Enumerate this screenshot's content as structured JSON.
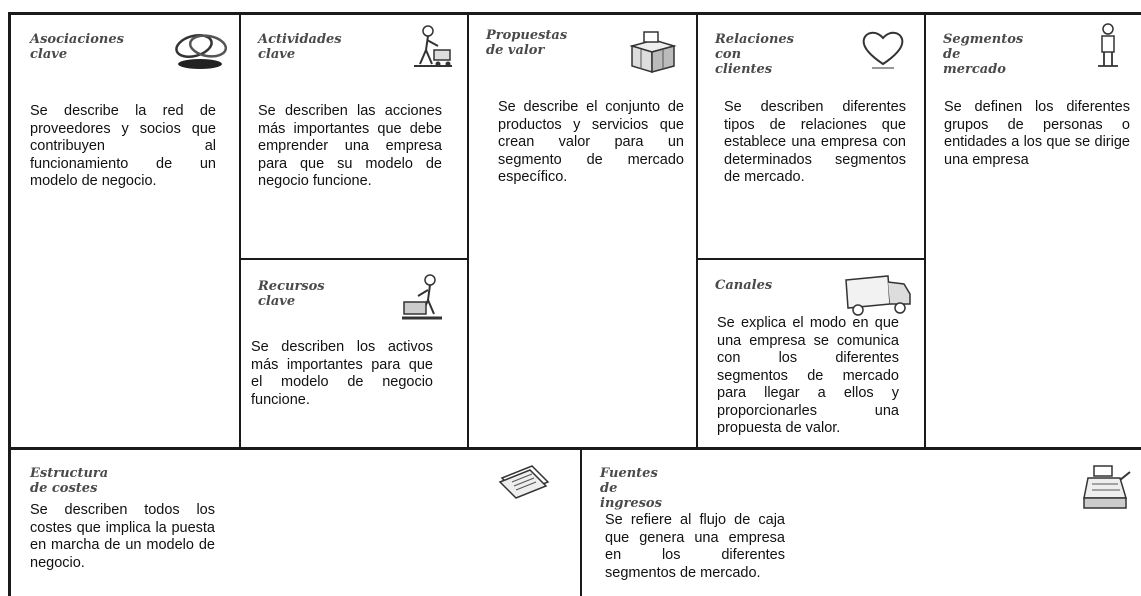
{
  "canvas": {
    "blocks": [
      {
        "id": "asociaciones",
        "title": "Asociaciones\nclave",
        "icon": "linked-rings-icon",
        "description": "Se describe la red de proveedores y socios que contribuyen al funcionamiento de un modelo de negocio."
      },
      {
        "id": "actividades",
        "title": "Actividades\nclave",
        "icon": "worker-with-cart-icon",
        "description": "Se describen las acciones más importantes que debe emprender una empresa para que su modelo de negocio funcione."
      },
      {
        "id": "recursos",
        "title": "Recursos\nclave",
        "icon": "worker-with-machine-icon",
        "description": "Se describen los activos más importantes para que el modelo de negocio funcione."
      },
      {
        "id": "propuestas",
        "title": "Propuestas\nde valor",
        "icon": "gift-package-icon",
        "description": "Se describe el conjunto de productos y servicios que crean valor para un segmento de mercado específico."
      },
      {
        "id": "relaciones",
        "title": "Relaciones\ncon clientes",
        "icon": "heart-icon",
        "description": "Se describen diferentes tipos de relaciones que establece una empresa con determinados segmentos de mercado."
      },
      {
        "id": "canales",
        "title": "Canales",
        "icon": "delivery-truck-icon",
        "description": "Se explica el modo en que una empresa se comunica con los diferentes segmentos de mercado para llegar a ellos y proporcionarles una propuesta de valor."
      },
      {
        "id": "segmentos",
        "title": "Segmentos\nde mercado",
        "icon": "person-icon",
        "description": "Se definen los diferentes grupos de personas o entidades a los que se dirige una empresa"
      },
      {
        "id": "costes",
        "title": "Estructura\nde costes",
        "icon": "stacked-papers-icon",
        "description": "Se describen todos los costes que implica la puesta en marcha de un modelo de negocio."
      },
      {
        "id": "ingresos",
        "title": "Fuentes\nde ingresos",
        "icon": "cash-register-icon",
        "description": "Se refiere al flujo de caja que genera una empresa en los diferentes segmentos de mercado."
      }
    ]
  }
}
